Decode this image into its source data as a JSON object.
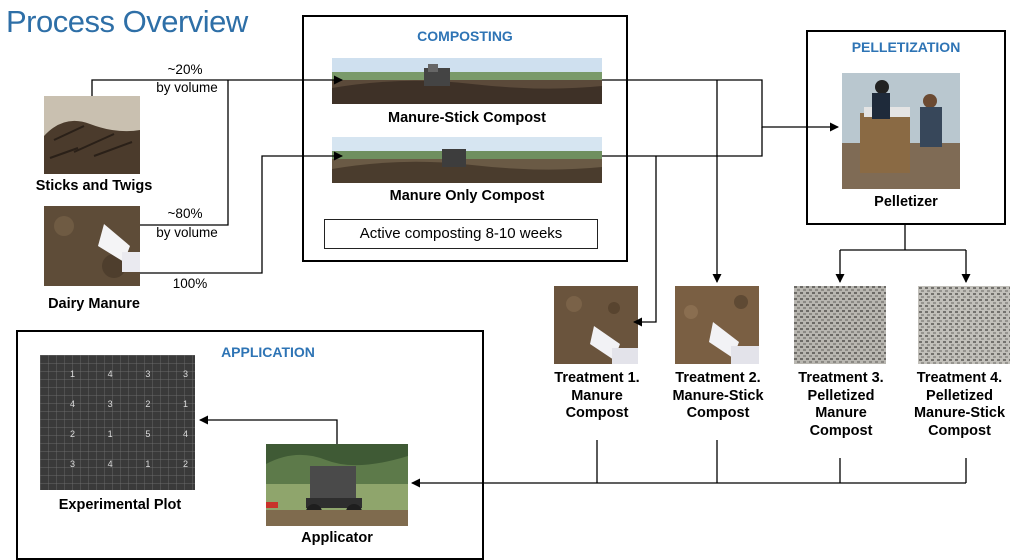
{
  "title": "Process Overview",
  "composting": {
    "header": "COMPOSTING",
    "manure_stick_label": "Manure-Stick Compost",
    "manure_only_label": "Manure Only Compost",
    "note": "Active composting 8-10 weeks"
  },
  "pelletization": {
    "header": "PELLETIZATION",
    "pelletizer_label": "Pelletizer"
  },
  "application": {
    "header": "APPLICATION",
    "plot_label": "Experimental Plot",
    "applicator_label": "Applicator",
    "plot_grid": [
      [
        "1",
        "4",
        "3",
        "3"
      ],
      [
        "4",
        "3",
        "2",
        "1"
      ],
      [
        "2",
        "1",
        "5",
        "4"
      ],
      [
        "3",
        "4",
        "1",
        "2"
      ]
    ]
  },
  "inputs": {
    "sticks_label": "Sticks and Twigs",
    "manure_label": "Dairy Manure",
    "sticks_pct": "~20%",
    "sticks_by": "by volume",
    "manure_pct": "~80%",
    "manure_by": "by volume",
    "manure_only_pct": "100%"
  },
  "treatments": [
    {
      "line1": "Treatment 1.",
      "line2": "Manure",
      "line3": "Compost",
      "line4": ""
    },
    {
      "line1": "Treatment 2.",
      "line2": "Manure-Stick",
      "line3": "Compost",
      "line4": ""
    },
    {
      "line1": "Treatment 3.",
      "line2": "Pelletized",
      "line3": "Manure",
      "line4": "Compost"
    },
    {
      "line1": "Treatment 4.",
      "line2": "Pelletized",
      "line3": "Manure-Stick",
      "line4": "Compost"
    }
  ]
}
